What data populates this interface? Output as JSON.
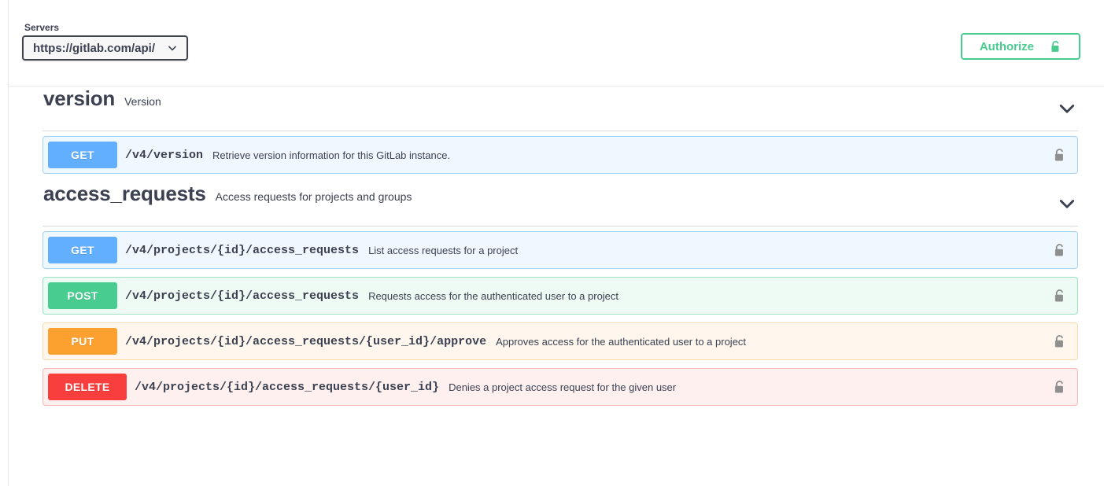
{
  "topbar": {
    "servers_label": "Servers",
    "server_value": "https://gitlab.com/api/",
    "caret_icon": "chevron-down-icon",
    "authorize_label": "Authorize",
    "authorize_lock_icon": "unlock-icon"
  },
  "sections": [
    {
      "name": "version",
      "description": "Version",
      "toggle_icon": "chevron-down-icon",
      "operations": [
        {
          "method": "GET",
          "path": "/v4/version",
          "summary": "Retrieve version information for this GitLab instance.",
          "lock_icon": "unlock-icon",
          "method_color": "#61affe",
          "row_bg": "#f0f8ff",
          "row_border": "#9fd3f7"
        }
      ]
    },
    {
      "name": "access_requests",
      "description": "Access requests for projects and groups",
      "toggle_icon": "chevron-down-icon",
      "operations": [
        {
          "method": "GET",
          "path": "/v4/projects/{id}/access_requests",
          "summary": "List access requests for a project",
          "lock_icon": "unlock-icon",
          "method_color": "#61affe",
          "row_bg": "#f0f8ff",
          "row_border": "#9fd3f7"
        },
        {
          "method": "POST",
          "path": "/v4/projects/{id}/access_requests",
          "summary": "Requests access for the authenticated user to a project",
          "lock_icon": "unlock-icon",
          "method_color": "#49cc90",
          "row_bg": "#eefaf4",
          "row_border": "#9ae0c1"
        },
        {
          "method": "PUT",
          "path": "/v4/projects/{id}/access_requests/{user_id}/approve",
          "summary": "Approves access for the authenticated user to a project",
          "lock_icon": "unlock-icon",
          "method_color": "#fca130",
          "row_bg": "#fff7ee",
          "row_border": "#fbd9ab"
        },
        {
          "method": "DELETE",
          "path": "/v4/projects/{id}/access_requests/{user_id}",
          "summary": "Denies a project access request for the given user",
          "lock_icon": "unlock-icon",
          "method_color": "#f93e3e",
          "row_bg": "#fdf0ef",
          "row_border": "#f7b7b5"
        }
      ]
    }
  ]
}
